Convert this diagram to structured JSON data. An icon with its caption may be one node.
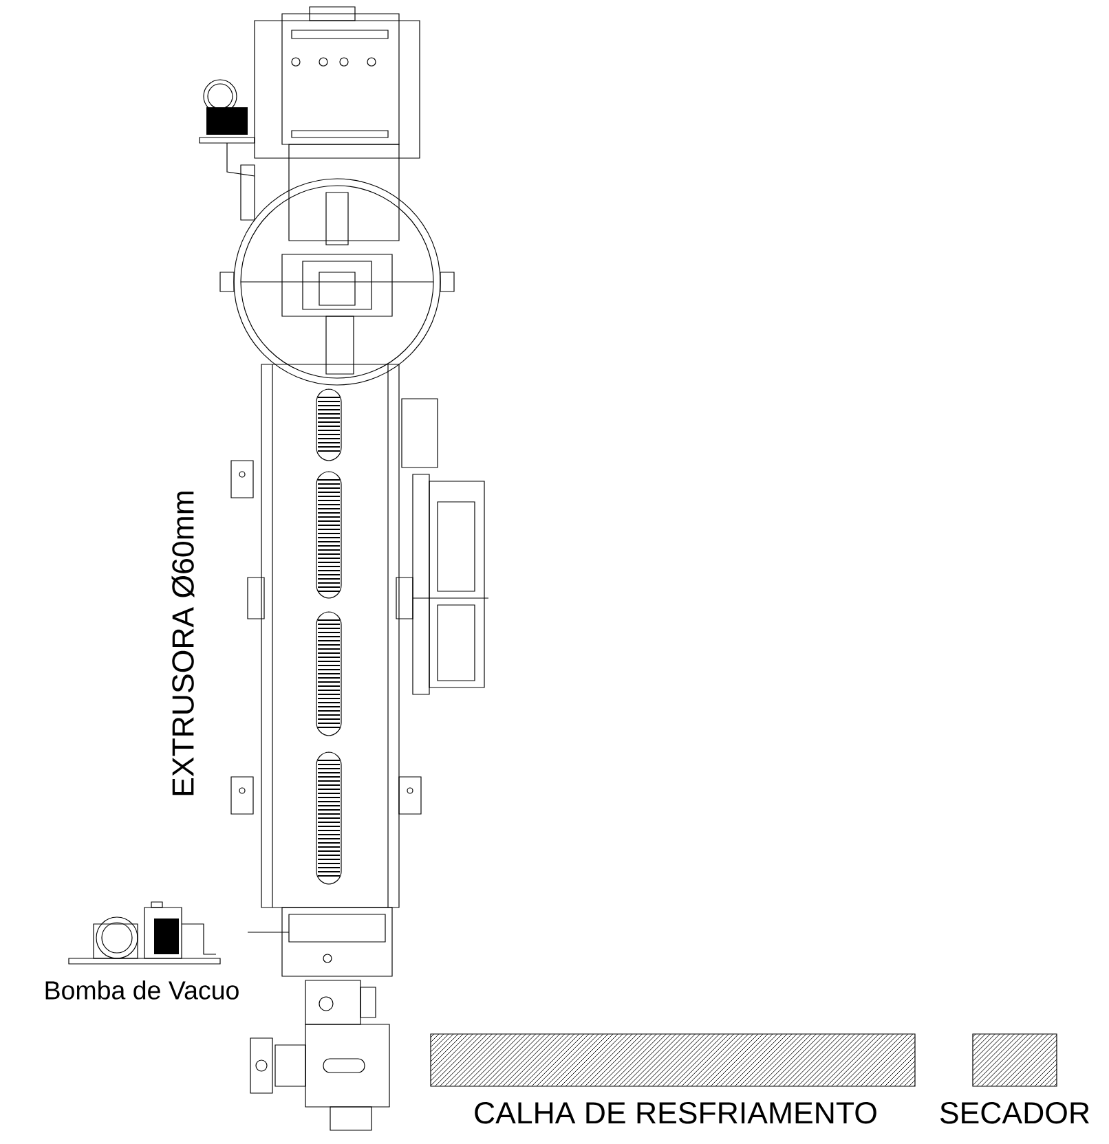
{
  "diagram": {
    "nodes": [
      {
        "text": [
          "EXTRUSORA Ø60mm"
        ]
      },
      {
        "text": [
          "Bomba de Vacuo"
        ]
      },
      {
        "text": [
          "CALHA DE RESFRIAMENTO"
        ]
      },
      {
        "text": [
          "SECADOR"
        ]
      }
    ]
  }
}
